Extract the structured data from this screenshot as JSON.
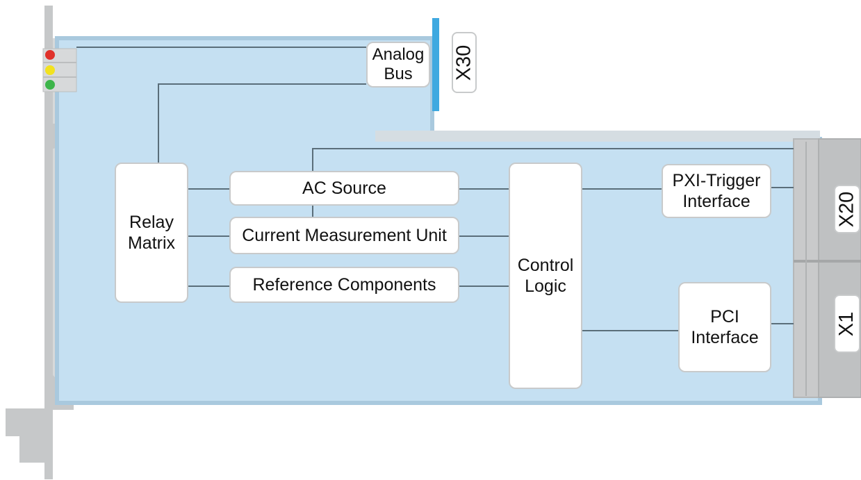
{
  "blocks": {
    "analog_bus": [
      "Analog",
      "Bus"
    ],
    "relay_matrix": [
      "Relay",
      "Matrix"
    ],
    "ac_source": "AC Source",
    "current_measurement_unit": "Current Measurement Unit",
    "reference_components": "Reference Components",
    "control_logic": [
      "Control",
      "Logic"
    ],
    "pxi_trigger_interface": [
      "PXI-Trigger",
      "Interface"
    ],
    "pci_interface": [
      "PCI",
      "Interface"
    ]
  },
  "connectors": {
    "x30": "X30",
    "x20": "X20",
    "x1": "X1"
  },
  "leds": [
    {
      "name": "red",
      "color": "#e0322b"
    },
    {
      "name": "yellow",
      "color": "#f2e21f"
    },
    {
      "name": "green",
      "color": "#3db54a"
    }
  ],
  "colors": {
    "board": "#c5e0f2",
    "board_edge": "#a9c9de",
    "wire": "#5a6e7a",
    "bus_bar": "#3fa9e0",
    "panel_gray": "#c6c8c9",
    "connector_gray": "#c9cacb"
  }
}
